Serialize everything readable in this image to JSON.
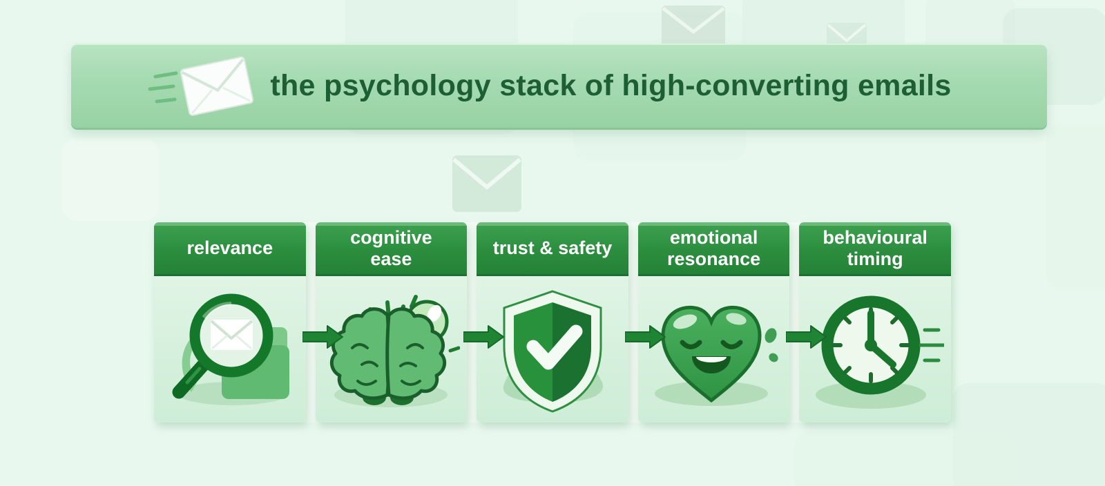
{
  "banner": {
    "icon": "flying-envelope-icon",
    "title": "the psychology stack of high-converting emails"
  },
  "stack": {
    "connector": "arrow-right",
    "cards": [
      {
        "label": "relevance",
        "icon": "magnifier-email-folder-icon"
      },
      {
        "label": "cognitive ease",
        "icon": "brain-lightbulb-icon"
      },
      {
        "label": "trust & safety",
        "icon": "shield-checkmark-icon"
      },
      {
        "label": "emotional resonance",
        "icon": "smiling-heart-icon"
      },
      {
        "label": "behavioural timing",
        "icon": "clock-icon"
      }
    ]
  },
  "colors": {
    "page_bg": "#e9f8ef",
    "banner_bg": "#a5dab0",
    "title_text": "#1d5e33",
    "card_header_green": "#2c8d3f",
    "card_body_green": "#d8f1de",
    "arrow_green": "#1f8534",
    "icon_dark_green": "#15702a",
    "icon_mid_green": "#5eb96f",
    "icon_light_green": "#c2eabc"
  }
}
